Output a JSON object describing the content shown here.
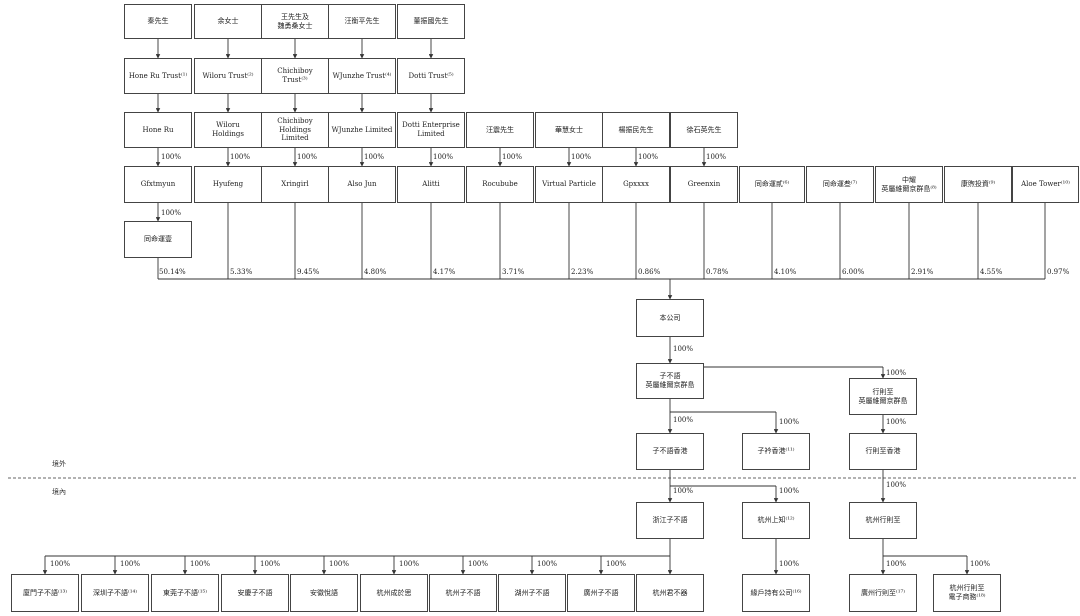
{
  "zones": {
    "overseas": "境外",
    "domestic": "境內"
  },
  "nodes": {
    "p1": "秦先生",
    "p2": "余女士",
    "p3": "王先生及\n魏勇桑女士",
    "p4": "汪衡平先生",
    "p5": "董振國先生",
    "t1": "Hone Ru Trust⁽¹⁾",
    "t2": "Wiloru Trust⁽²⁾",
    "t3": "Chichiboy Trust⁽³⁾",
    "t4": "WJunzhe Trust⁽⁴⁾",
    "t5": "Dotti Trust⁽⁵⁾",
    "h1": "Hone Ru",
    "h2": "Wiloru\nHoldings",
    "h3": "Chichiboy\nHoldings\nLimited",
    "h4": "WJunzhe Limited",
    "h5": "Dotti Enterprise\nLimited",
    "q6": "汪震先生",
    "q7": "華慧女士",
    "q8": "楊振民先生",
    "q9": "徐石英先生",
    "s1": "Gfxtmyun",
    "s2": "Hyufeng",
    "s3": "Xringirl",
    "s4": "Also Jun",
    "s5": "Alitti",
    "s6": "Rocubube",
    "s7": "Virtual Particle",
    "s8": "Gpxxxx",
    "s9": "Greenxin",
    "s10": "同命運貳⁽⁶⁾",
    "s11": "同命運叁⁽⁷⁾",
    "s12": "中耀\n英屬維爾京群島⁽⁸⁾",
    "s13": "康煦投資⁽⁹⁾",
    "s14": "Aloe Tower⁽¹⁰⁾",
    "g1": "同命運壹",
    "co": "本公司",
    "bvi": "子不語\n英屬維爾京群島",
    "xbvi": "行則至\n英屬維爾京群島",
    "hk": "子不語香港",
    "zl": "子衿香港⁽¹¹⁾",
    "xhk": "行則至香港",
    "zj": "浙江子不語",
    "hs": "杭州上知⁽¹²⁾",
    "hx": "杭州行則至",
    "c1": "廈門子不語⁽¹³⁾",
    "c2": "深圳子不語⁽¹⁴⁾",
    "c3": "東莞子不語⁽¹⁵⁾",
    "c4": "安慶子不語",
    "c5": "安徽悅語",
    "c6": "杭州成於思",
    "c7": "杭州子不語",
    "c8": "湖州子不語",
    "c9": "廣州子不語",
    "c10": "杭州君不器",
    "ys": "緣戶持有公司⁽¹⁶⁾",
    "gx": "廣州行則至⁽¹⁷⁾",
    "xe": "杭州行則至\n電子商務⁽¹⁸⁾"
  },
  "labels": {
    "own1": "100%",
    "own2": "100%",
    "own3": "100%",
    "own4": "100%",
    "own5": "100%",
    "own6": "100%",
    "own7": "100%",
    "own8": "100%",
    "own9": "100%",
    "g1own": "100%",
    "sh1": "50.14%",
    "sh2": "5.33%",
    "sh3": "9.45%",
    "sh4": "4.80%",
    "sh5": "4.17%",
    "sh6": "3.71%",
    "sh7": "2.23%",
    "sh8": "0.86%",
    "sh9": "0.78%",
    "sh10": "4.10%",
    "sh11": "6.00%",
    "sh12": "2.91%",
    "sh13": "4.55%",
    "sh14": "0.97%",
    "co_bvi": "100%",
    "co_xbvi": "100%",
    "bvi_hk": "100%",
    "bvi_zl": "100%",
    "xbvi_xhk": "100%",
    "hk_zj": "100%",
    "hk_hs": "100%",
    "xhk_hx": "100%",
    "c1": "100%",
    "c2": "100%",
    "c3": "100%",
    "c4": "100%",
    "c5": "100%",
    "c6": "100%",
    "c7": "100%",
    "c8": "100%",
    "c9": "100%",
    "hs_ys": "100%",
    "hx_gx": "100%",
    "hx_xe": "100%"
  }
}
